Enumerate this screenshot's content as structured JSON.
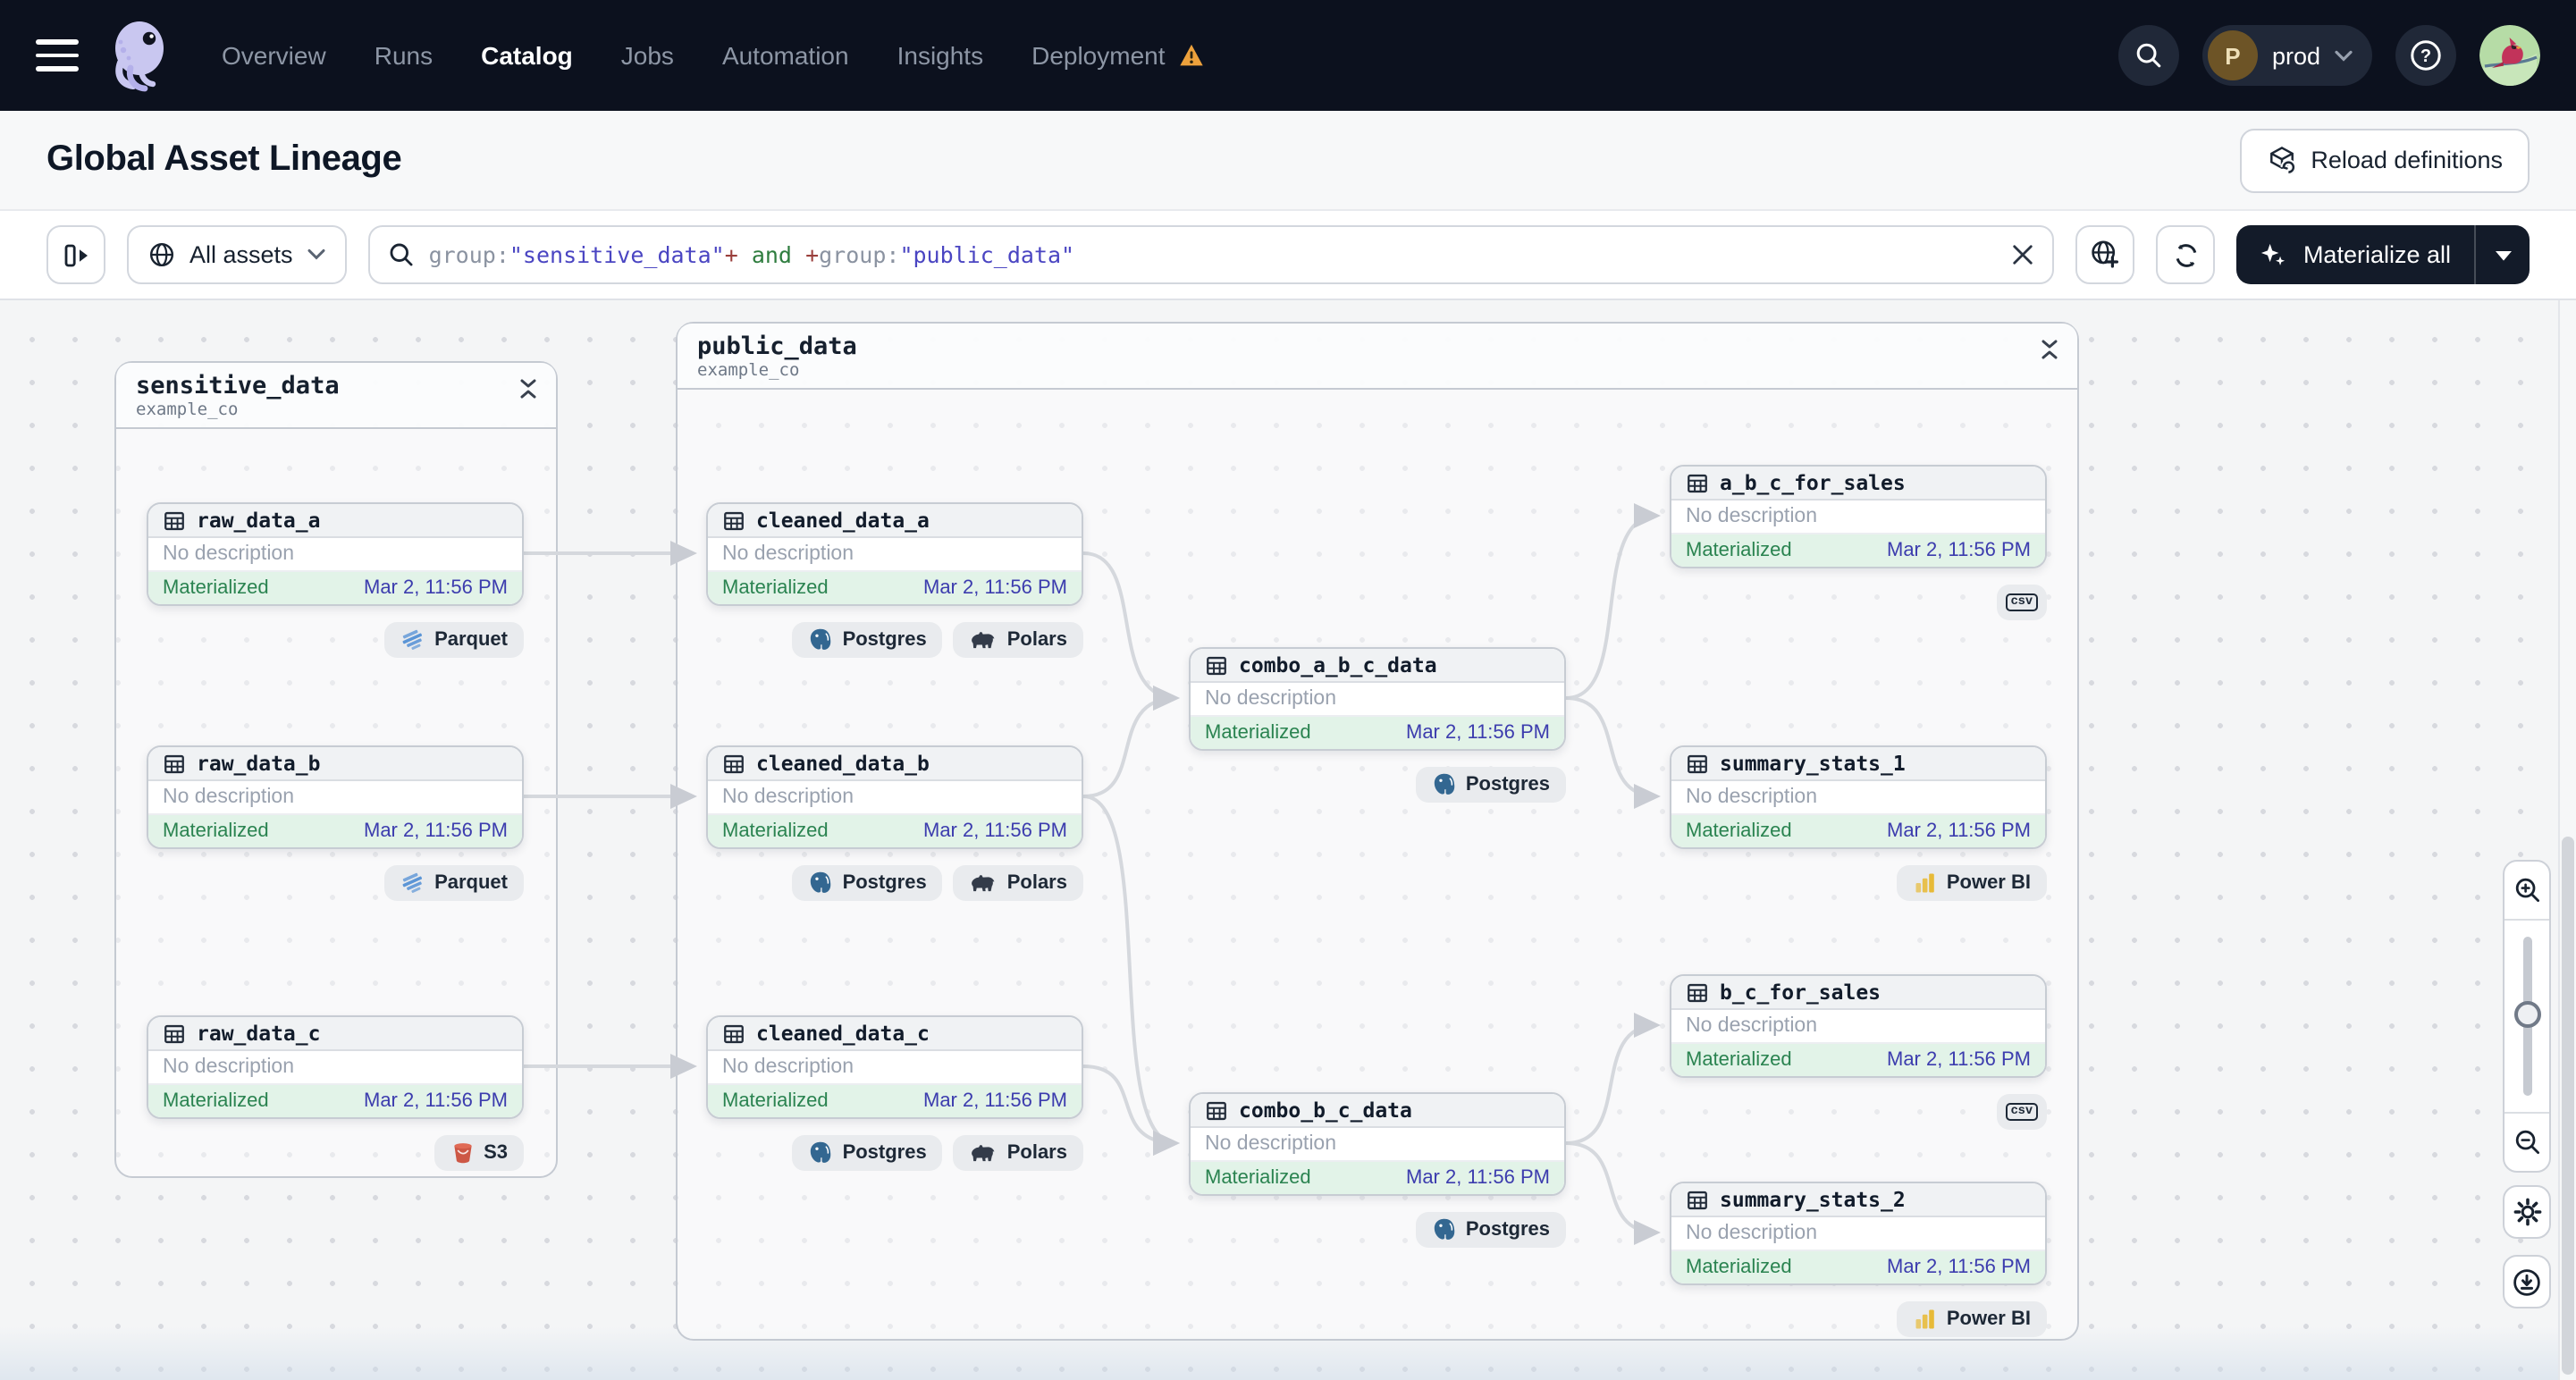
{
  "colors": {
    "nav_bg": "#0c111e",
    "warning_orange": "#eda13c",
    "materialized_green": "#2a8350",
    "status_bg_green": "#e2f3e8",
    "timestamp_indigo": "#3c3cae",
    "query_field_gray": "#8b93a1",
    "query_string_indigo": "#4a45c2",
    "query_plus_red": "#9a3f3c",
    "query_and_green": "#2f7d3f",
    "parquet_blue": "#5b95d6",
    "s3_red": "#cd5745",
    "postgres_blue": "#336791",
    "polars_dark": "#333b49",
    "powerbi_yellow": "#e7ba37"
  },
  "nav": {
    "menu_icon": "hamburger-icon",
    "logo_icon": "dagster-octopus-logo",
    "items": [
      {
        "label": "Overview"
      },
      {
        "label": "Runs"
      },
      {
        "label": "Catalog"
      },
      {
        "label": "Jobs"
      },
      {
        "label": "Automation"
      },
      {
        "label": "Insights"
      },
      {
        "label": "Deployment"
      }
    ],
    "active_item": "Catalog",
    "deployment_warning_icon": "warning-triangle",
    "search_icon": "magnifier",
    "workspace": {
      "initial": "P",
      "name": "prod"
    },
    "help_icon": "question-mark-circle",
    "avatar_icon": "cardinal-bird-avatar"
  },
  "header": {
    "title": "Global Asset Lineage",
    "reload_button": {
      "icon": "cube-reload",
      "label": "Reload definitions"
    }
  },
  "toolbar": {
    "panel_button_icon": "open-left-panel",
    "scope": {
      "icon": "globe",
      "label": "All assets",
      "chevron_icon": "chevron-down"
    },
    "search": {
      "icon": "magnifier",
      "tokens": {
        "field1": "group:",
        "value1": "\"sensitive_data\"",
        "plus1": "+",
        "and": " and ",
        "plus2": "+",
        "field2": "group:",
        "value2": "\"public_data\""
      },
      "clear_icon": "x-icon"
    },
    "new_location_icon": "globe-plus",
    "refresh_icon": "refresh-arrows",
    "materialize": {
      "icon": "sparkles",
      "label": "Materialize all",
      "caret_icon": "caret-down"
    }
  },
  "groups": [
    {
      "name": "sensitive_data",
      "location": "example_co",
      "collapse_icon": "collapse-chevrons"
    },
    {
      "name": "public_data",
      "location": "example_co",
      "collapse_icon": "collapse-chevrons"
    }
  ],
  "nodes": [
    {
      "name": "raw_data_a",
      "description": "No description",
      "status": "Materialized",
      "timestamp": "Mar 2, 11:56 PM",
      "badges": [
        "Parquet"
      ]
    },
    {
      "name": "raw_data_b",
      "description": "No description",
      "status": "Materialized",
      "timestamp": "Mar 2, 11:56 PM",
      "badges": [
        "Parquet"
      ]
    },
    {
      "name": "raw_data_c",
      "description": "No description",
      "status": "Materialized",
      "timestamp": "Mar 2, 11:56 PM",
      "badges": [
        "S3"
      ]
    },
    {
      "name": "cleaned_data_a",
      "description": "No description",
      "status": "Materialized",
      "timestamp": "Mar 2, 11:56 PM",
      "badges": [
        "Postgres",
        "Polars"
      ]
    },
    {
      "name": "cleaned_data_b",
      "description": "No description",
      "status": "Materialized",
      "timestamp": "Mar 2, 11:56 PM",
      "badges": [
        "Postgres",
        "Polars"
      ]
    },
    {
      "name": "cleaned_data_c",
      "description": "No description",
      "status": "Materialized",
      "timestamp": "Mar 2, 11:56 PM",
      "badges": [
        "Postgres",
        "Polars"
      ]
    },
    {
      "name": "combo_a_b_c_data",
      "description": "No description",
      "status": "Materialized",
      "timestamp": "Mar 2, 11:56 PM",
      "badges": [
        "Postgres"
      ]
    },
    {
      "name": "combo_b_c_data",
      "description": "No description",
      "status": "Materialized",
      "timestamp": "Mar 2, 11:56 PM",
      "badges": [
        "Postgres"
      ]
    },
    {
      "name": "a_b_c_for_sales",
      "description": "No description",
      "status": "Materialized",
      "timestamp": "Mar 2, 11:56 PM",
      "badges": [
        "csv"
      ]
    },
    {
      "name": "summary_stats_1",
      "description": "No description",
      "status": "Materialized",
      "timestamp": "Mar 2, 11:56 PM",
      "badges": [
        "Power BI"
      ]
    },
    {
      "name": "b_c_for_sales",
      "description": "No description",
      "status": "Materialized",
      "timestamp": "Mar 2, 11:56 PM",
      "badges": [
        "csv"
      ]
    },
    {
      "name": "summary_stats_2",
      "description": "No description",
      "status": "Materialized",
      "timestamp": "Mar 2, 11:56 PM",
      "badges": [
        "Power BI"
      ]
    }
  ],
  "zoom_controls": {
    "zoom_in_icon": "magnifier-plus",
    "zoom_out_icon": "magnifier-minus",
    "settings_icon": "gear",
    "download_icon": "download-circle"
  }
}
